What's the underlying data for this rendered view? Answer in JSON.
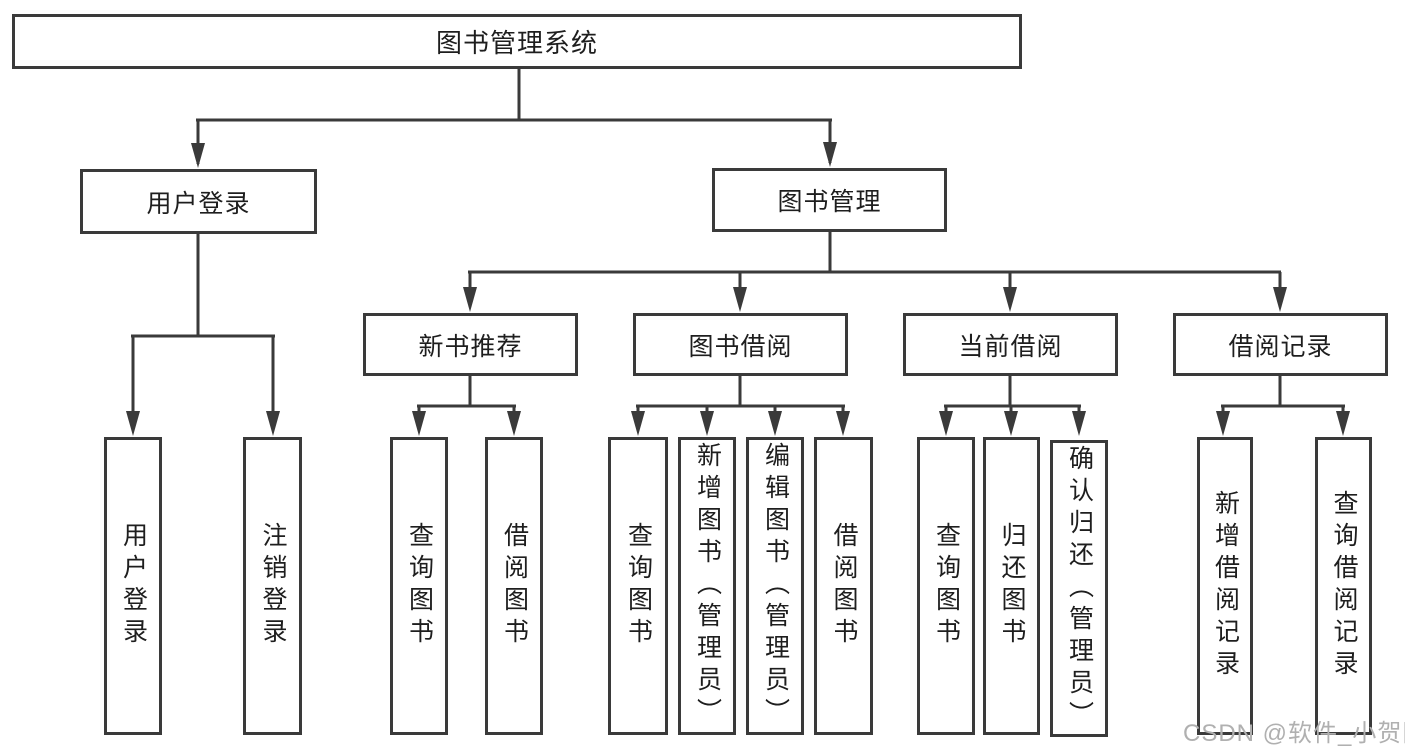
{
  "root": {
    "label": "图书管理系统"
  },
  "branches": [
    {
      "label": "用户登录",
      "children": [
        {
          "label": "用户登录"
        },
        {
          "label": "注销登录"
        }
      ]
    },
    {
      "label": "图书管理",
      "children": [
        {
          "label": "新书推荐",
          "children": [
            {
              "label": "查询图书"
            },
            {
              "label": "借阅图书"
            }
          ]
        },
        {
          "label": "图书借阅",
          "children": [
            {
              "label": "查询图书"
            },
            {
              "label": "新增图书（管理员）"
            },
            {
              "label": "编辑图书（管理员）"
            },
            {
              "label": "借阅图书"
            }
          ]
        },
        {
          "label": "当前借阅",
          "children": [
            {
              "label": "查询图书"
            },
            {
              "label": "归还图书"
            },
            {
              "label": "确认归还（管理员）"
            }
          ]
        },
        {
          "label": "借阅记录",
          "children": [
            {
              "label": "新增借阅记录"
            },
            {
              "label": "查询借阅记录"
            }
          ]
        }
      ]
    }
  ],
  "watermark": {
    "text": "CSDN @软件_小贺同学"
  },
  "colors": {
    "line": "#3a3a3a",
    "text": "#1e1e1e",
    "watermark": "#b0b0b0",
    "bg": "#ffffff"
  }
}
